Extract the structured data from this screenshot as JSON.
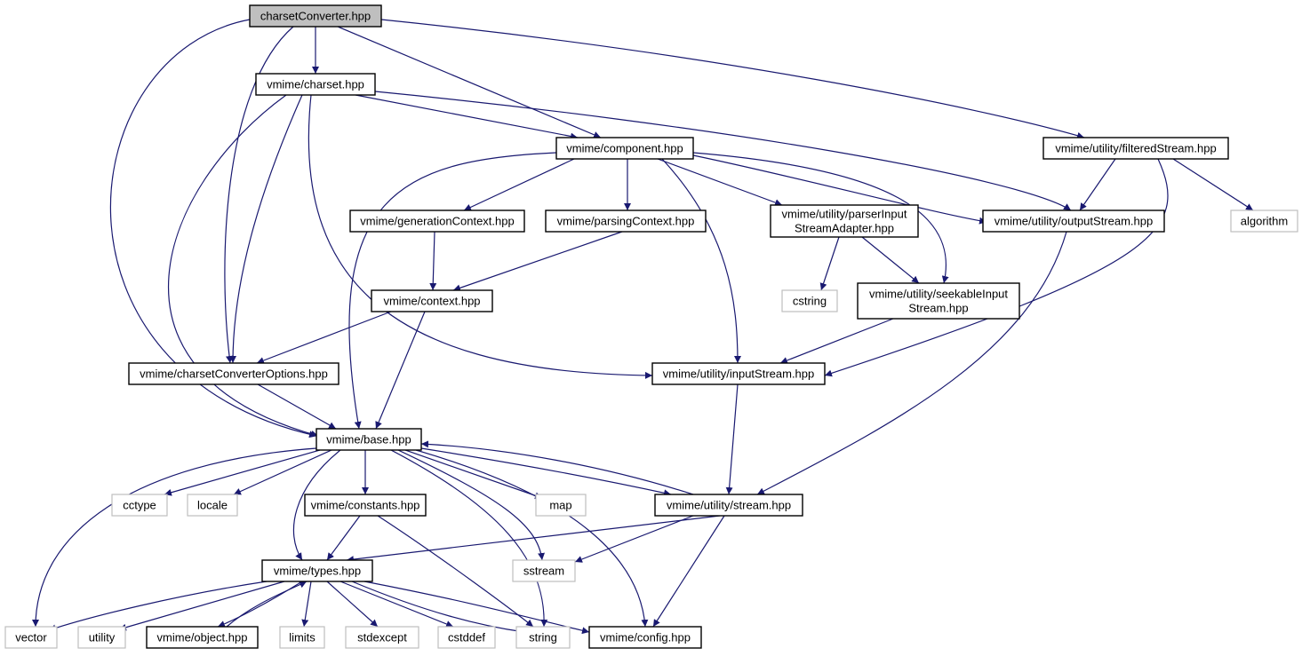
{
  "nodes": [
    {
      "id": "root",
      "lines": [
        "charsetConverter.hpp"
      ]
    },
    {
      "id": "charset",
      "lines": [
        "vmime/charset.hpp"
      ]
    },
    {
      "id": "component",
      "lines": [
        "vmime/component.hpp"
      ]
    },
    {
      "id": "filteredStream",
      "lines": [
        "vmime/utility/filteredStream.hpp"
      ]
    },
    {
      "id": "generationContext",
      "lines": [
        "vmime/generationContext.hpp"
      ]
    },
    {
      "id": "parsingContext",
      "lines": [
        "vmime/parsingContext.hpp"
      ]
    },
    {
      "id": "parserInputStreamAdapter",
      "lines": [
        "vmime/utility/parserInput",
        "StreamAdapter.hpp"
      ]
    },
    {
      "id": "outputStream",
      "lines": [
        "vmime/utility/outputStream.hpp"
      ]
    },
    {
      "id": "algorithm",
      "lines": [
        "algorithm"
      ]
    },
    {
      "id": "cstring",
      "lines": [
        "cstring"
      ]
    },
    {
      "id": "context",
      "lines": [
        "vmime/context.hpp"
      ]
    },
    {
      "id": "seekableInputStream",
      "lines": [
        "vmime/utility/seekableInput",
        "Stream.hpp"
      ]
    },
    {
      "id": "charsetConverterOptions",
      "lines": [
        "vmime/charsetConverterOptions.hpp"
      ]
    },
    {
      "id": "inputStream",
      "lines": [
        "vmime/utility/inputStream.hpp"
      ]
    },
    {
      "id": "base",
      "lines": [
        "vmime/base.hpp"
      ]
    },
    {
      "id": "cctype",
      "lines": [
        "cctype"
      ]
    },
    {
      "id": "locale",
      "lines": [
        "locale"
      ]
    },
    {
      "id": "constants",
      "lines": [
        "vmime/constants.hpp"
      ]
    },
    {
      "id": "map",
      "lines": [
        "map"
      ]
    },
    {
      "id": "stream",
      "lines": [
        "vmime/utility/stream.hpp"
      ]
    },
    {
      "id": "types",
      "lines": [
        "vmime/types.hpp"
      ]
    },
    {
      "id": "sstream",
      "lines": [
        "sstream"
      ]
    },
    {
      "id": "vector",
      "lines": [
        "vector"
      ]
    },
    {
      "id": "utility",
      "lines": [
        "utility"
      ]
    },
    {
      "id": "object",
      "lines": [
        "vmime/object.hpp"
      ]
    },
    {
      "id": "limits",
      "lines": [
        "limits"
      ]
    },
    {
      "id": "stdexcept",
      "lines": [
        "stdexcept"
      ]
    },
    {
      "id": "cstddef",
      "lines": [
        "cstddef"
      ]
    },
    {
      "id": "string",
      "lines": [
        "string"
      ]
    },
    {
      "id": "config",
      "lines": [
        "vmime/config.hpp"
      ]
    }
  ],
  "edges": [
    [
      "root",
      "charset"
    ],
    [
      "root",
      "component"
    ],
    [
      "root",
      "filteredStream"
    ],
    [
      "root",
      "charsetConverterOptions"
    ],
    [
      "root",
      "base"
    ],
    [
      "charset",
      "component"
    ],
    [
      "charset",
      "outputStream"
    ],
    [
      "charset",
      "charsetConverterOptions"
    ],
    [
      "charset",
      "base"
    ],
    [
      "charset",
      "inputStream"
    ],
    [
      "component",
      "generationContext"
    ],
    [
      "component",
      "parsingContext"
    ],
    [
      "component",
      "parserInputStreamAdapter"
    ],
    [
      "component",
      "outputStream"
    ],
    [
      "component",
      "seekableInputStream"
    ],
    [
      "component",
      "inputStream"
    ],
    [
      "component",
      "base"
    ],
    [
      "filteredStream",
      "outputStream"
    ],
    [
      "filteredStream",
      "algorithm"
    ],
    [
      "filteredStream",
      "inputStream"
    ],
    [
      "generationContext",
      "context"
    ],
    [
      "parsingContext",
      "context"
    ],
    [
      "parserInputStreamAdapter",
      "cstring"
    ],
    [
      "parserInputStreamAdapter",
      "seekableInputStream"
    ],
    [
      "outputStream",
      "stream"
    ],
    [
      "context",
      "charsetConverterOptions"
    ],
    [
      "context",
      "base"
    ],
    [
      "seekableInputStream",
      "inputStream"
    ],
    [
      "charsetConverterOptions",
      "base"
    ],
    [
      "inputStream",
      "stream"
    ],
    [
      "base",
      "vector"
    ],
    [
      "base",
      "cctype"
    ],
    [
      "base",
      "locale"
    ],
    [
      "base",
      "types"
    ],
    [
      "base",
      "constants"
    ],
    [
      "base",
      "string"
    ],
    [
      "base",
      "sstream"
    ],
    [
      "base",
      "map"
    ],
    [
      "base",
      "config"
    ],
    [
      "base",
      "stream"
    ],
    [
      "stream",
      "base"
    ],
    [
      "stream",
      "types"
    ],
    [
      "stream",
      "sstream"
    ],
    [
      "stream",
      "config"
    ],
    [
      "constants",
      "types"
    ],
    [
      "constants",
      "string"
    ],
    [
      "types",
      "vector"
    ],
    [
      "types",
      "utility"
    ],
    [
      "types",
      "object"
    ],
    [
      "types",
      "limits"
    ],
    [
      "types",
      "stdexcept"
    ],
    [
      "types",
      "cstddef"
    ],
    [
      "types",
      "string"
    ],
    [
      "types",
      "config"
    ],
    [
      "object",
      "types"
    ]
  ]
}
